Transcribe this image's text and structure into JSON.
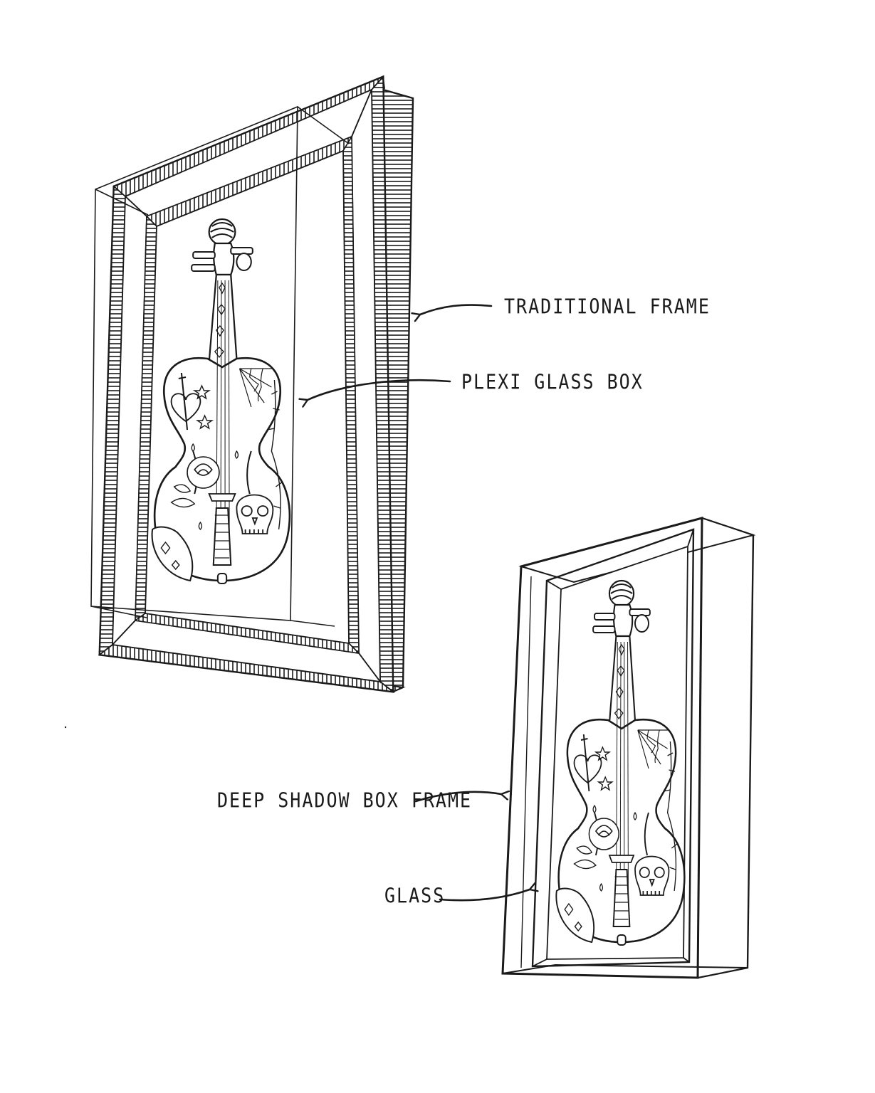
{
  "labels": {
    "traditional_frame": "TRADITIONAL FRAME",
    "plexi_glass_box": "PLEXI GLASS BOX",
    "deep_shadow_box_frame": "DEEP SHADOW BOX FRAME",
    "glass": "GLASS"
  },
  "colors": {
    "ink": "#1a1a1a",
    "paper": "#ffffff"
  },
  "icons": [
    "violin-illustration",
    "arrow-icon"
  ]
}
